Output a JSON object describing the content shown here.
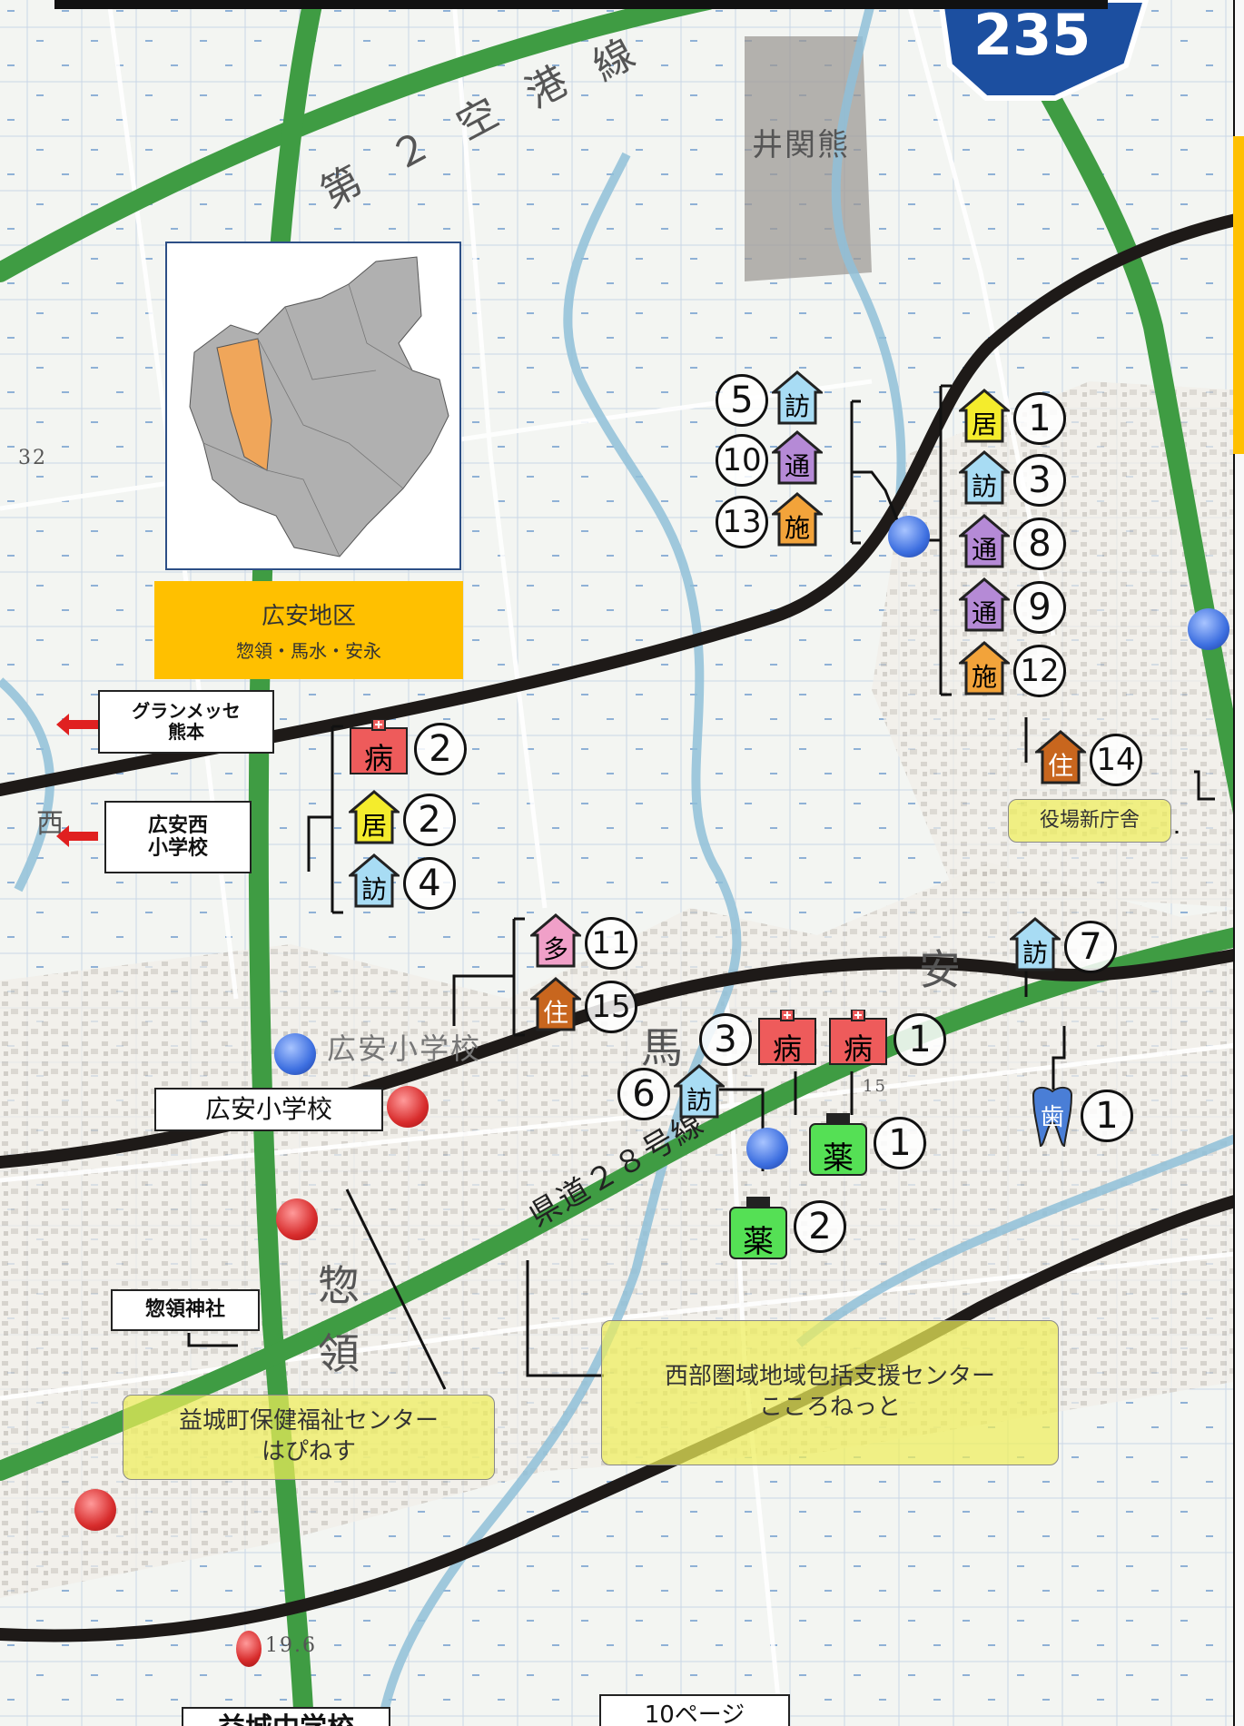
{
  "map": {
    "route_sign": "235",
    "road_label_airport": [
      "第",
      "２",
      "空",
      "港",
      "線"
    ],
    "place_kumanoi": "井関熊",
    "road_label_pref28": "県道２８号線",
    "place_uma": "馬",
    "place_an": "安",
    "place_soryo": "惣",
    "place_ryo": "領",
    "place_hiroyasu_school": "広安小学校",
    "place_nishi": "西",
    "elevation_32": "32",
    "elevation_15": "15",
    "elevation_196": "19.6"
  },
  "inset": {
    "district_name": "広安地区",
    "district_sub": "惣領・馬水・安永",
    "colors": {
      "area": "#b0b0b0",
      "highlight": "#f0a65a",
      "label_bg": "#ffc000"
    }
  },
  "labels": {
    "grandmesse": [
      "グランメッセ",
      "熊本"
    ],
    "hiroyasu_nishi": [
      "広安西",
      "小学校"
    ],
    "hiroyasu_sho": "広安小学校",
    "soryo_jinja": "惣領神社",
    "mashiki_chu": "益城中学校",
    "yakuba": "役場新庁舎",
    "hapinesu": [
      "益城町保健福祉センター",
      "はぴねす"
    ],
    "kokoronetto": [
      "西部圏域地域包括支援センター",
      "こころねっと"
    ],
    "page": "10ページ"
  },
  "markers": {
    "chars": {
      "houmon": "訪",
      "tsusho": "通",
      "shisetsu": "施",
      "kyotaku": "居",
      "byoin": "病",
      "taki": "多",
      "jutaku": "住",
      "yakkyoku": "薬",
      "shika": "歯"
    },
    "numbers": {
      "n1": "1",
      "n2": "2",
      "n3": "3",
      "n4": "4",
      "n5": "5",
      "n6": "6",
      "n7": "7",
      "n8": "8",
      "n9": "9",
      "n10": "10",
      "n11": "11",
      "n12": "12",
      "n13": "13",
      "n14": "14",
      "n15": "15"
    },
    "colors": {
      "houmon": "#a8dcf4",
      "tsusho": "#b58ad6",
      "shisetsu": "#f2a33a",
      "kyotaku": "#f4ec2c",
      "byoin": "#ee5b5b",
      "taki": "#f0a0c8",
      "jutaku": "#c8661e",
      "yakkyoku": "#55e055",
      "shika": "#4a7ed6"
    }
  }
}
